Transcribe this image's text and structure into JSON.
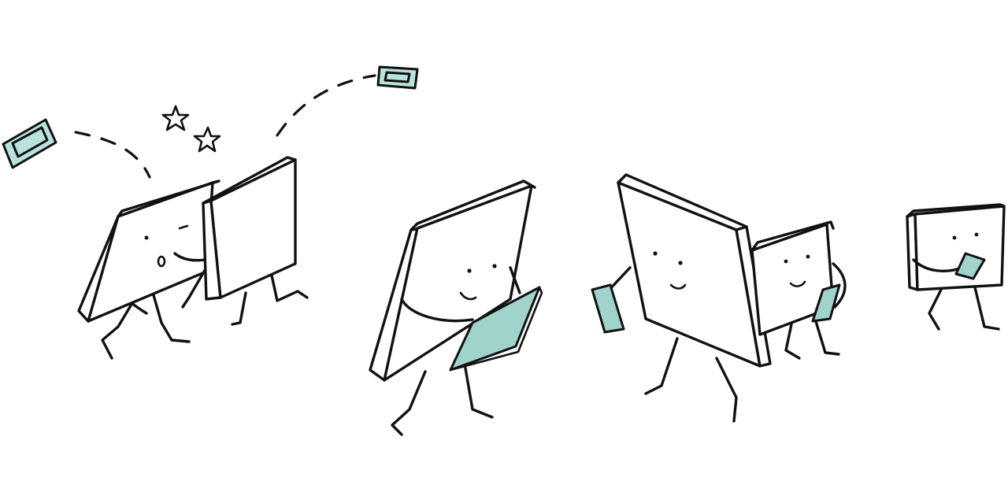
{
  "illustration": {
    "subject": "",
    "colors": {
      "ink": "#111111",
      "device_fill": "#9fd3cc",
      "device_screen": "#b8e2dc",
      "background": "#ffffff",
      "panel": "#ffffff"
    },
    "characters": [
      {
        "role": "surprised-screen"
      },
      {
        "role": "blocking-screen"
      },
      {
        "role": "screen-with-tablet"
      },
      {
        "role": "large-screen-with-phone"
      },
      {
        "role": "small-screen-with-phone"
      },
      {
        "role": "tiny-screen-with-phone"
      }
    ],
    "flying_devices": 2,
    "stars": 2
  }
}
